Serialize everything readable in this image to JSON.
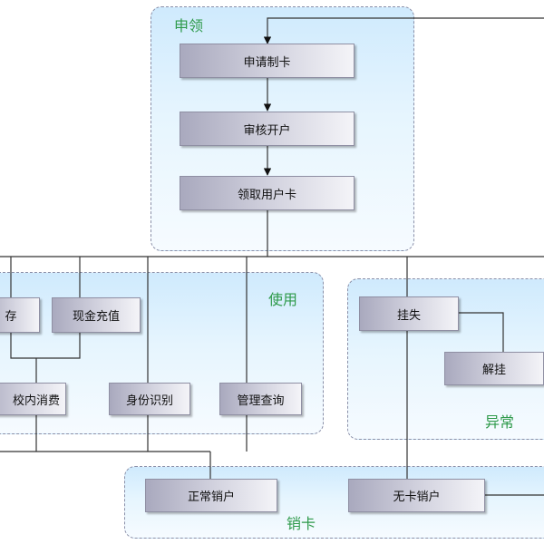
{
  "groups": {
    "apply": "申领",
    "use": "使用",
    "abnormal": "异常",
    "cancel": "销卡"
  },
  "nodes": {
    "apply_card": "申请制卡",
    "review_open": "审核开户",
    "receive_card": "领取用户卡",
    "deposit": "存",
    "cash_recharge": "现金充值",
    "campus_consume": "校内消费",
    "identity": "身份识别",
    "management_query": "管理查询",
    "report_loss": "挂失",
    "unlock": "解挂",
    "normal_cancel": "正常销户",
    "nocard_cancel": "无卡销户"
  }
}
